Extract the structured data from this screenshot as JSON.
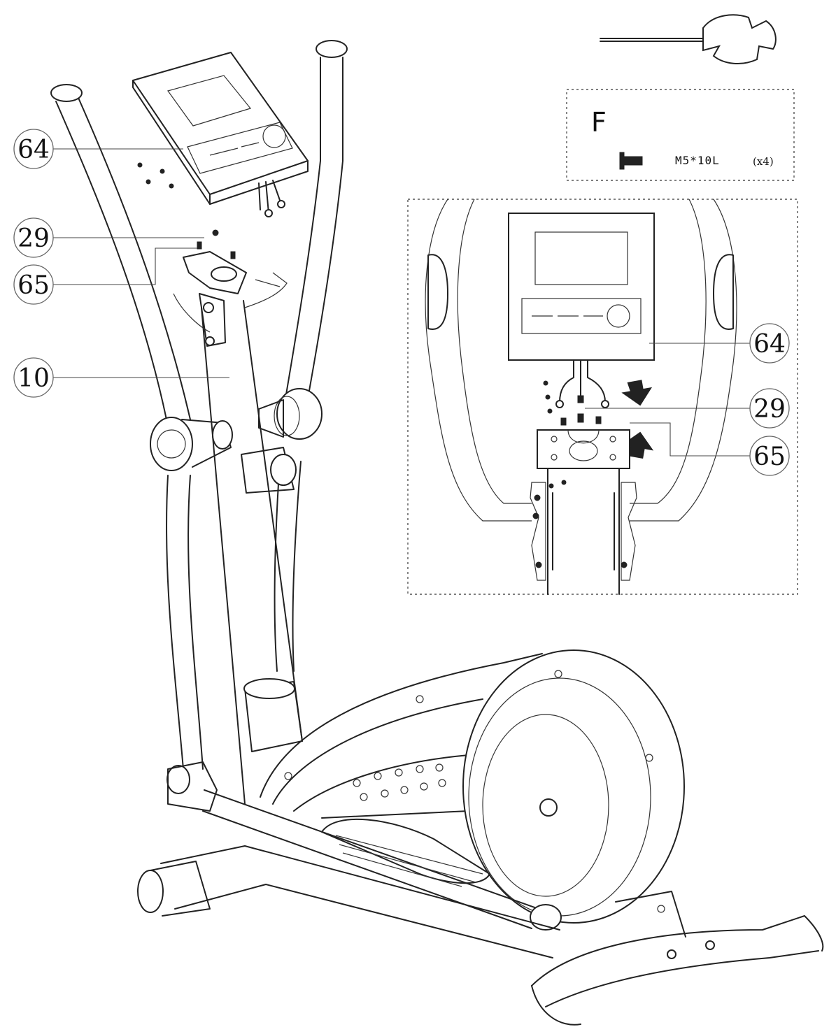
{
  "callouts": {
    "main_64": "64",
    "main_29": "29",
    "main_65": "65",
    "main_10": "10",
    "inset_64": "64",
    "inset_29": "29",
    "inset_65": "65"
  },
  "hardware_box": {
    "letter": "F",
    "spec": "M5*10L",
    "quantity": "(x4)"
  },
  "icons": {
    "tool": "allen-wrench-icon",
    "screw": "screw-icon",
    "arrow_down": "arrow-down-icon",
    "arrow_up": "arrow-up-icon"
  },
  "colors": {
    "line": "#222222",
    "background": "#ffffff"
  }
}
